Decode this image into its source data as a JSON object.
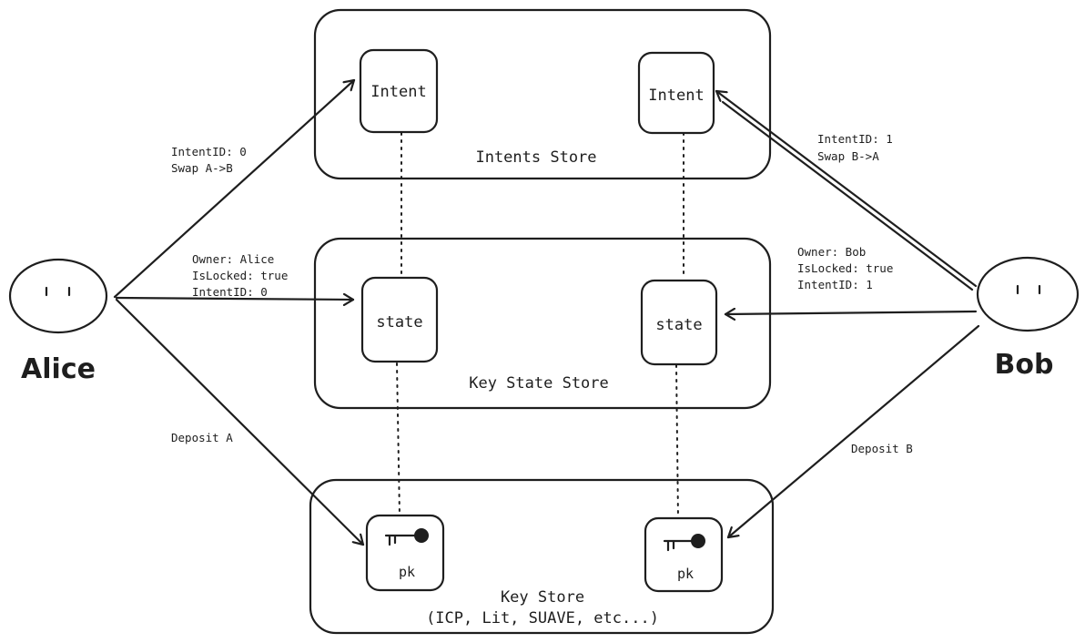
{
  "actors": {
    "alice": {
      "name": "Alice"
    },
    "bob": {
      "name": "Bob"
    }
  },
  "stores": {
    "intents": {
      "label": "Intents Store"
    },
    "key_state": {
      "label": "Key State Store"
    },
    "key": {
      "label_line1": "Key Store",
      "label_line2": "(ICP, Lit, SUAVE, etc...)"
    }
  },
  "nodes": {
    "intent_left": "Intent",
    "intent_right": "Intent",
    "state_left": "state",
    "state_right": "state",
    "pk_left": "pk",
    "pk_right": "pk"
  },
  "edge_labels": {
    "alice_intent": [
      "IntentID: 0",
      "Swap A->B"
    ],
    "alice_state": [
      "Owner: Alice",
      "IsLocked: true",
      "IntentID:  0"
    ],
    "alice_deposit": [
      "Deposit A"
    ],
    "bob_intent": [
      "IntentID: 1",
      "Swap B->A"
    ],
    "bob_state": [
      "Owner: Bob",
      "IsLocked: true",
      "IntentID:  1"
    ],
    "bob_deposit": [
      "Deposit B"
    ]
  }
}
